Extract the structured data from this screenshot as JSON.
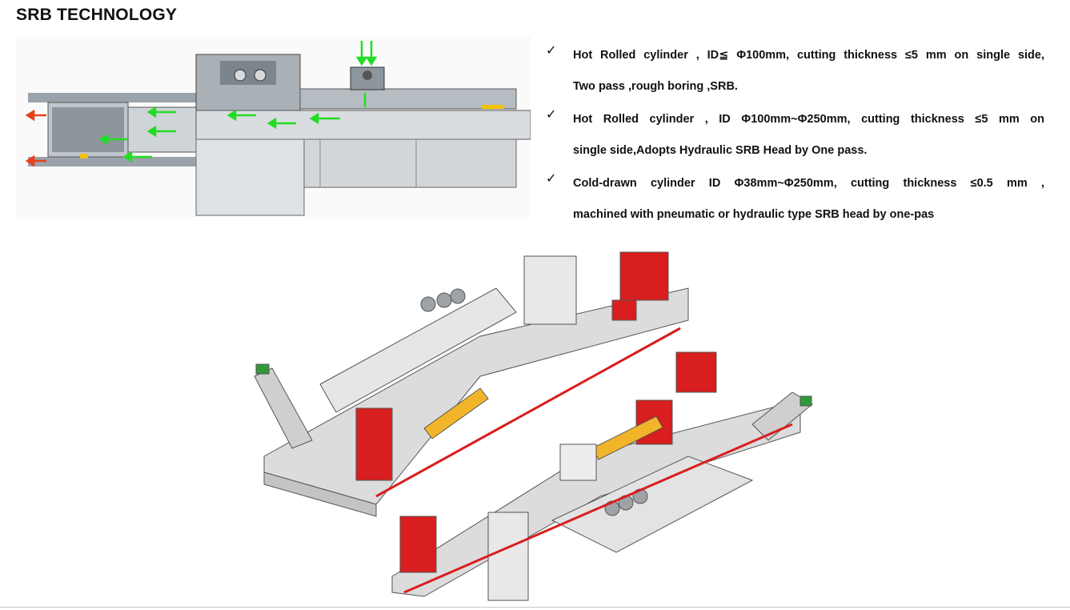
{
  "page": {
    "title": "SRB TECHNOLOGY"
  },
  "bullets": [
    {
      "line1": "Hot Rolled cylinder , ID≦ Φ100mm, cutting thickness ≤5 mm on single side,",
      "line2": "Two pass ,rough boring ,SRB."
    },
    {
      "line1": "Hot Rolled cylinder , ID Φ100mm~Φ250mm, cutting thickness ≤5 mm on",
      "line2": "single side,Adopts Hydraulic SRB Head by One pass."
    },
    {
      "line1": "Cold-drawn cylinder ID Φ38mm~Φ250mm, cutting thickness ≤0.5 mm ,",
      "line2": "machined with pneumatic or hydraulic type SRB head by one-pas"
    }
  ],
  "colors": {
    "flow_arrow": "#22dd22",
    "exit_arrow": "#e8401c",
    "machine_red": "#d81e1e",
    "workpiece": "#f2b52a",
    "chip_conveyor_green": "#2e9a3a"
  },
  "icons": {
    "bullet": "check-icon"
  }
}
